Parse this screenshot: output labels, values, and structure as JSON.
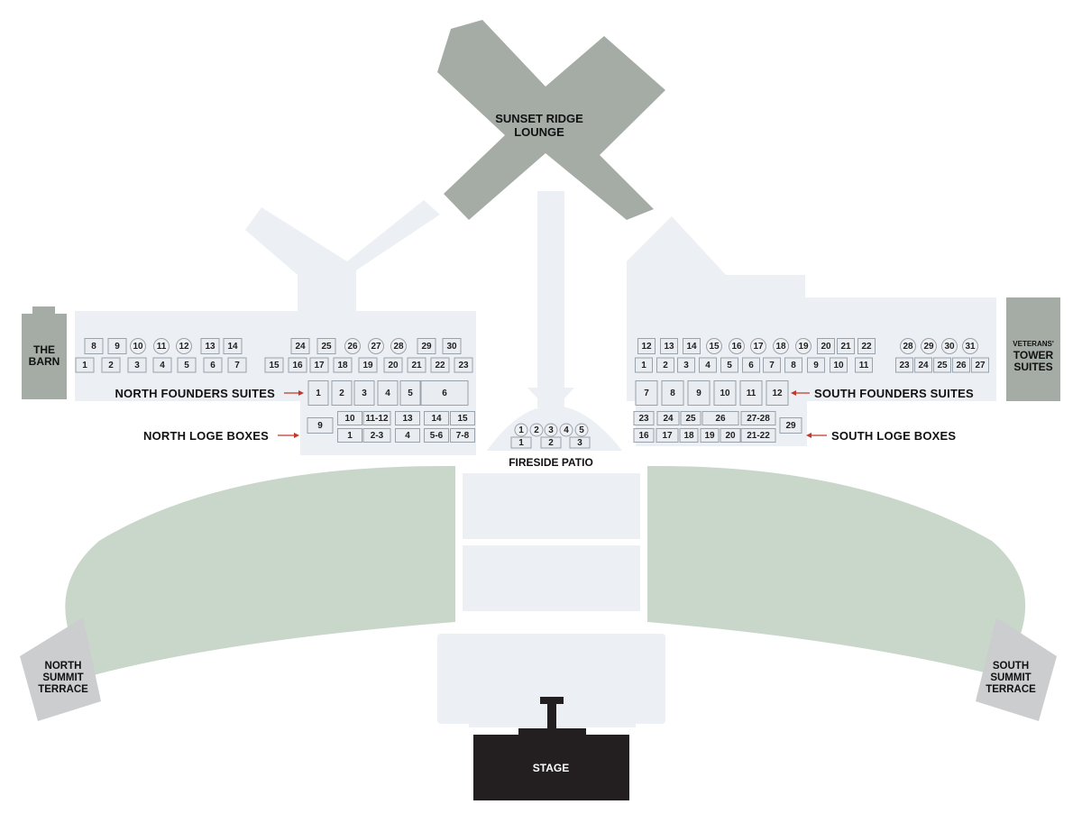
{
  "title": "",
  "areas": {
    "lounge": [
      "SUNSET RIDGE",
      "LOUNGE"
    ],
    "barn": [
      "THE",
      "BARN"
    ],
    "veterans": [
      "VETERANS'",
      "TOWER",
      "SUITES"
    ],
    "fireside": "FIRESIDE PATIO",
    "north_terrace": [
      "NORTH",
      "SUMMIT",
      "TERRACE"
    ],
    "south_terrace": [
      "SOUTH",
      "SUMMIT",
      "TERRACE"
    ],
    "stage": "STAGE"
  },
  "callouts": {
    "north_founders": "NORTH FOUNDERS SUITES",
    "north_loge": "NORTH LOGE BOXES",
    "south_founders": "SOUTH FOUNDERS SUITES",
    "south_loge": "SOUTH LOGE BOXES"
  },
  "colors": {
    "lounge": "#a4aca5",
    "lawn": "#c9d6ca",
    "concourse": "#eceff3",
    "terrace": "#cbcdcf",
    "stage": "#231f20",
    "arrow": "#c0392b"
  },
  "north_suites_top": [
    {
      "n": "8",
      "shape": "box"
    },
    {
      "n": "9",
      "shape": "box"
    },
    {
      "n": "10",
      "shape": "circle"
    },
    {
      "n": "11",
      "shape": "circle"
    },
    {
      "n": "12",
      "shape": "circle"
    },
    {
      "n": "13",
      "shape": "box"
    },
    {
      "n": "14",
      "shape": "box"
    },
    {
      "n": "24",
      "shape": "box"
    },
    {
      "n": "25",
      "shape": "box"
    },
    {
      "n": "26",
      "shape": "circle"
    },
    {
      "n": "27",
      "shape": "circle"
    },
    {
      "n": "28",
      "shape": "circle"
    },
    {
      "n": "29",
      "shape": "box"
    },
    {
      "n": "30",
      "shape": "box"
    }
  ],
  "north_suites_bottom": [
    "1",
    "2",
    "3",
    "4",
    "5",
    "6",
    "7",
    "15",
    "16",
    "17",
    "18",
    "19",
    "20",
    "21",
    "22",
    "23"
  ],
  "north_founders_suites": [
    "1",
    "2",
    "3",
    "4",
    "5",
    "6"
  ],
  "north_loge_top": [
    "10",
    "11-12",
    "13",
    "14",
    "15"
  ],
  "north_loge_side": "9",
  "north_loge_bottom": [
    "1",
    "2-3",
    "4",
    "5-6",
    "7-8"
  ],
  "fireside_circles": [
    "1",
    "2",
    "3",
    "4",
    "5"
  ],
  "fireside_boxes": [
    "1",
    "2",
    "3"
  ],
  "south_suites_top": [
    {
      "n": "12",
      "shape": "box"
    },
    {
      "n": "13",
      "shape": "box"
    },
    {
      "n": "14",
      "shape": "box"
    },
    {
      "n": "15",
      "shape": "circle"
    },
    {
      "n": "16",
      "shape": "circle"
    },
    {
      "n": "17",
      "shape": "circle"
    },
    {
      "n": "18",
      "shape": "circle"
    },
    {
      "n": "19",
      "shape": "circle"
    },
    {
      "n": "20",
      "shape": "box"
    },
    {
      "n": "21",
      "shape": "box"
    },
    {
      "n": "22",
      "shape": "box"
    },
    {
      "n": "28",
      "shape": "circle"
    },
    {
      "n": "29",
      "shape": "circle"
    },
    {
      "n": "30",
      "shape": "circle"
    },
    {
      "n": "31",
      "shape": "circle"
    }
  ],
  "south_suites_bottom": [
    "1",
    "2",
    "3",
    "4",
    "5",
    "6",
    "7",
    "8",
    "9",
    "10",
    "11",
    "23",
    "24",
    "25",
    "26",
    "27"
  ],
  "south_founders_suites": [
    "7",
    "8",
    "9",
    "10",
    "11",
    "12"
  ],
  "south_loge_top": [
    "23",
    "24",
    "25",
    "26",
    "27-28"
  ],
  "south_loge_bottom": [
    "16",
    "17",
    "18",
    "19",
    "20",
    "21-22"
  ],
  "south_loge_side": "29"
}
